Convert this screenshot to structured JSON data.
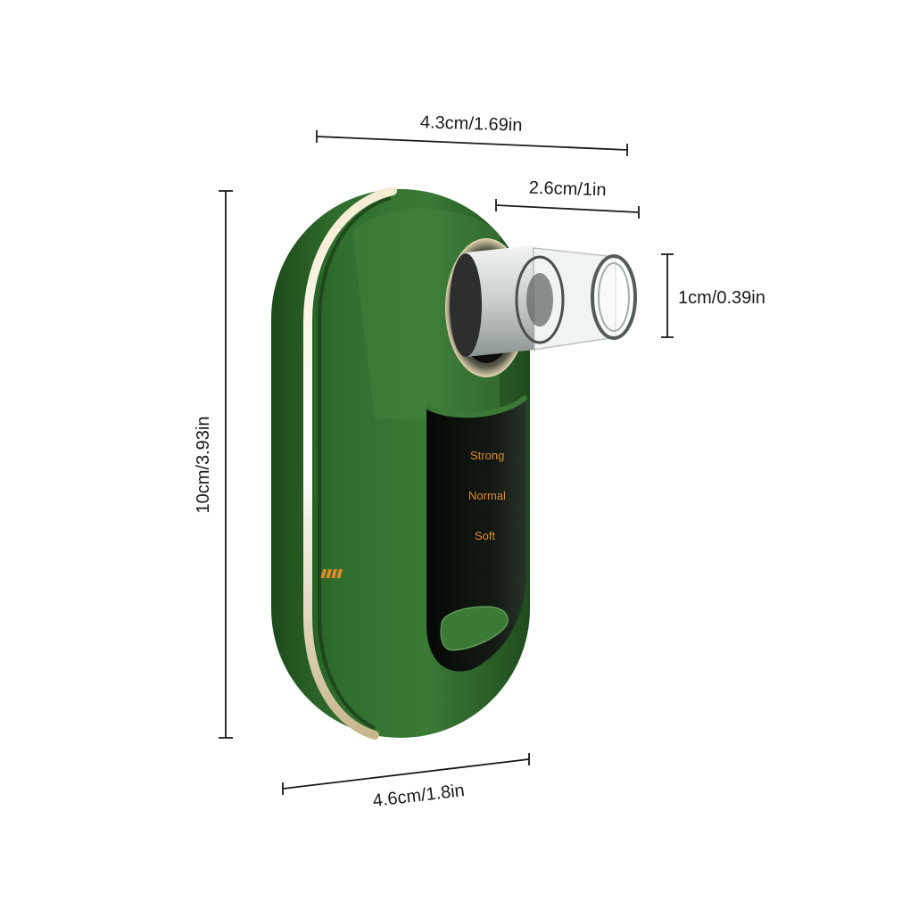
{
  "dimensions": {
    "top_width": "4.3cm/1.69in",
    "nozzle_length": "2.6cm/1in",
    "nozzle_diameter": "1cm/0.39in",
    "height": "10cm/3.93in",
    "bottom_width": "4.6cm/1.8in"
  },
  "device": {
    "modes": [
      "Strong",
      "Normal",
      "Soft"
    ],
    "colors": {
      "body": "#2f6b2c",
      "body_dark": "#1e4a1d",
      "chrome": "#e9d9b0",
      "panel": "#0c120c",
      "label": "#e08a2c"
    }
  }
}
